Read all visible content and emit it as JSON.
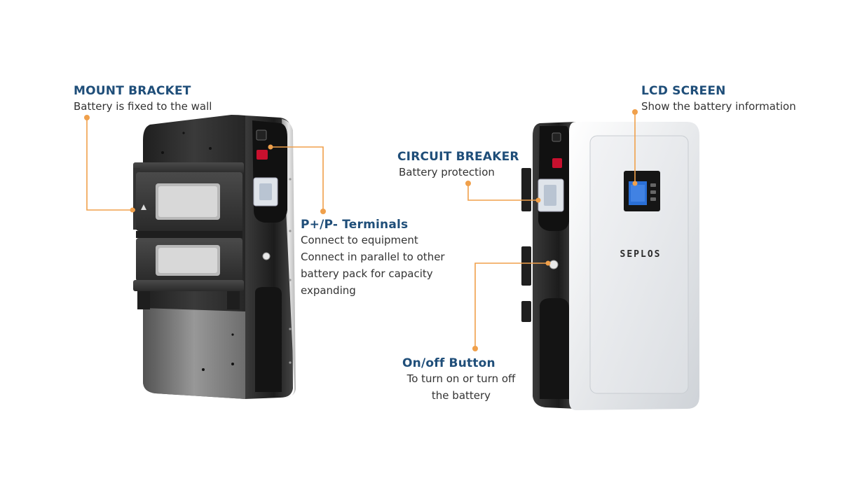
{
  "callouts": {
    "mount_bracket": {
      "title": "MOUNT BRACKET",
      "desc": "Battery is fixed to the wall"
    },
    "lcd_screen": {
      "title": "LCD SCREEN",
      "desc": "Show the battery information"
    },
    "circuit_breaker": {
      "title": "CIRCUIT BREAKER",
      "desc": "Battery protection"
    },
    "terminals": {
      "title": "P+/P- Terminals",
      "lines": [
        "Connect to equipment",
        "Connect in parallel to other",
        "battery pack for capacity",
        "expanding"
      ]
    },
    "onoff_button": {
      "title": "On/off Button",
      "lines": [
        "To turn on or turn off",
        "the battery"
      ]
    }
  },
  "brand": {
    "logo_text": "SEPLOS"
  },
  "colors": {
    "leader": "#f0a04b",
    "title": "#1f4e79",
    "text": "#333333",
    "housing_dark": "#2b2b2b",
    "panel_light": "#e9ebed",
    "lcd": "#2a6fd6"
  }
}
